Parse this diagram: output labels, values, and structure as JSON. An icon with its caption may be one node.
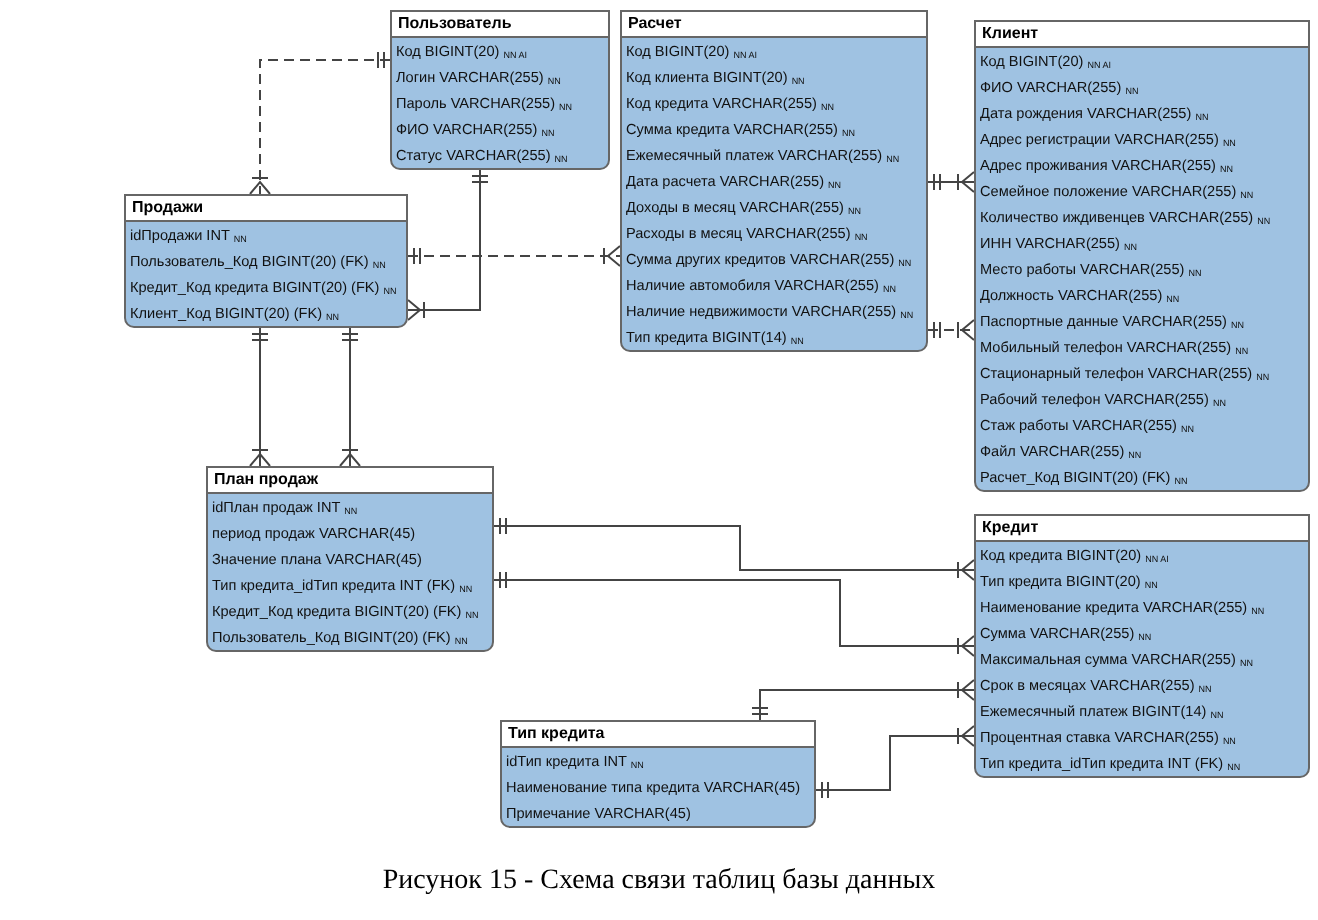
{
  "diagram": {
    "caption": "Рисунок 15 - Схема связи таблиц базы данных",
    "nodes": [
      {
        "text": [
          "Пользователь",
          "Код BIGINT(20) $_{NN AI}$",
          "Логин VARCHAR(255) $_{NN}$",
          "Пароль VARCHAR(255) $_{NN}$",
          "ФИО VARCHAR(255) $_{NN}$",
          "Статус VARCHAR(255) $_{NN}$"
        ]
      },
      {
        "text": [
          "Расчет",
          "Код BIGINT(20) $_{NN AI}$",
          "Код клиента BIGINT(20) $_{NN}$",
          "Код кредита VARCHAR(255) $_{NN}$",
          "Сумма кредита VARCHAR(255) $_{NN}$",
          "Ежемесячный платеж VARCHAR(255) $_{NN}$",
          "Дата расчета VARCHAR(255) $_{NN}$",
          "Доходы в месяц VARCHAR(255) $_{NN}$",
          "Расходы в месяц VARCHAR(255) $_{NN}$",
          "Сумма других кредитов VARCHAR(255) $_{NN}$",
          "Наличие автомобиля VARCHAR(255) $_{NN}$",
          "Наличие недвижимости VARCHAR(255) $_{NN}$",
          "Тип кредита BIGINT(14) $_{NN}$"
        ]
      },
      {
        "text": [
          "Клиент",
          "Код BIGINT(20) $_{NN AI}$",
          "ФИО VARCHAR(255) $_{NN}$",
          "Дата рождения VARCHAR(255) $_{NN}$",
          "Адрес регистрации VARCHAR(255) $_{NN}$",
          "Адрес проживания VARCHAR(255) $_{NN}$",
          "Семейное положение VARCHAR(255) $_{NN}$",
          "Количество иждивенцев VARCHAR(255) $_{NN}$",
          "ИНН VARCHAR(255) $_{NN}$",
          "Место работы VARCHAR(255) $_{NN}$",
          "Должность VARCHAR(255) $_{NN}$",
          "Паспортные данные VARCHAR(255) $_{NN}$",
          "Мобильный телефон VARCHAR(255) $_{NN}$",
          "Стационарный телефон VARCHAR(255) $_{NN}$",
          "Рабочий телефон VARCHAR(255) $_{NN}$",
          "Стаж работы VARCHAR(255) $_{NN}$",
          "Файл VARCHAR(255) $_{NN}$",
          "Расчет_Код BIGINT(20) (FK) $_{NN}$"
        ]
      },
      {
        "text": [
          "Продажи",
          "idПродажи INT $_{NN}$",
          "Пользователь_Код BIGINT(20) (FK) $_{NN}$",
          "Кредит_Код кредита BIGINT(20) (FK) $_{NN}$",
          "Клиент_Код BIGINT(20) (FK) $_{NN}$"
        ]
      },
      {
        "text": [
          "План продаж",
          "idПлан продаж INT $_{NN}$",
          "период продаж VARCHAR(45)",
          "Значение плана VARCHAR(45)",
          "Тип кредита_idТип кредита INT (FK) $_{NN}$",
          "Кредит_Код кредита BIGINT(20) (FK) $_{NN}$",
          "Пользователь_Код BIGINT(20) (FK) $_{NN}$"
        ]
      },
      {
        "text": [
          "Кредит",
          "Код кредита BIGINT(20) $_{NN AI}$",
          "Тип кредита BIGINT(20) $_{NN}$",
          "Наименование кредита VARCHAR(255) $_{NN}$",
          "Сумма VARCHAR(255) $_{NN}$",
          "Максимальная сумма VARCHAR(255) $_{NN}$",
          "Срок в месяцах VARCHAR(255) $_{NN}$",
          "Ежемесячный платеж BIGINT(14) $_{NN}$",
          "Процентная ставка VARCHAR(255) $_{NN}$",
          "Тип кредита_idТип кредита INT (FK) $_{NN}$"
        ]
      },
      {
        "text": [
          "Тип кредита",
          "idТип кредита INT $_{NN}$",
          "Наименование типа кредита VARCHAR(45)",
          "Примечание VARCHAR(45)"
        ]
      }
    ],
    "edges": [
      {
        "from": 0,
        "to": 3,
        "arrow": "other",
        "style": "dashed"
      },
      {
        "from": 0,
        "to": 3,
        "arrow": "other"
      },
      {
        "from": 3,
        "to": 1,
        "arrow": "other",
        "style": "dashed"
      },
      {
        "from": 1,
        "to": 2,
        "arrow": "other"
      },
      {
        "from": 1,
        "to": 2,
        "arrow": "other",
        "style": "dashed"
      },
      {
        "from": 3,
        "to": 4,
        "arrow": "other"
      },
      {
        "from": 3,
        "to": 4,
        "arrow": "other"
      },
      {
        "from": 4,
        "to": 5,
        "arrow": "other"
      },
      {
        "from": 4,
        "to": 5,
        "arrow": "other"
      },
      {
        "from": 6,
        "to": 5,
        "arrow": "other"
      },
      {
        "from": 6,
        "to": 5,
        "arrow": "other"
      }
    ]
  }
}
